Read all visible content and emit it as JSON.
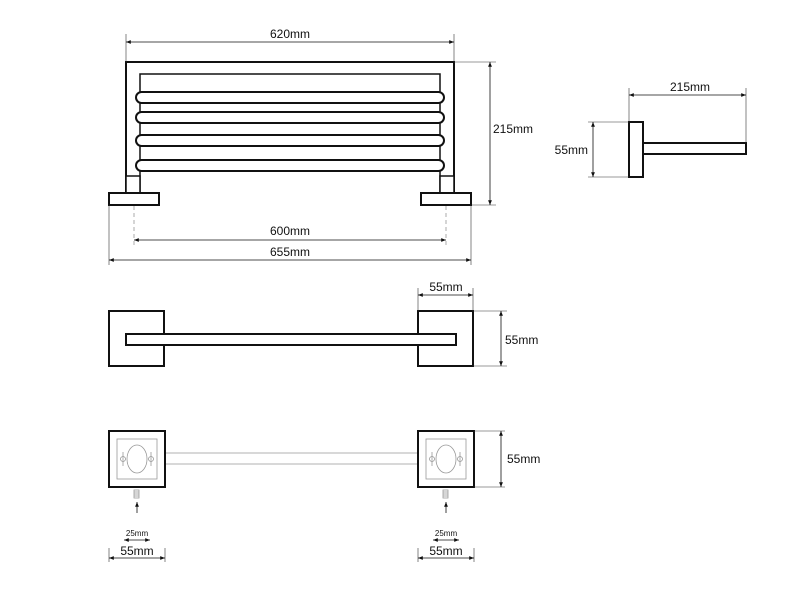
{
  "dimensions": {
    "front_width_top": "620mm",
    "front_height": "215mm",
    "front_width_inner": "600mm",
    "front_width_total": "655mm",
    "side_depth": "215mm",
    "side_height": "55mm",
    "top_flange_width": "55mm",
    "top_flange_height": "55mm",
    "rear_flange_height": "55mm",
    "hole_spacing_left": "25mm",
    "hole_spacing_right": "25mm",
    "flange_width_left": "55mm",
    "flange_width_right": "55mm"
  }
}
